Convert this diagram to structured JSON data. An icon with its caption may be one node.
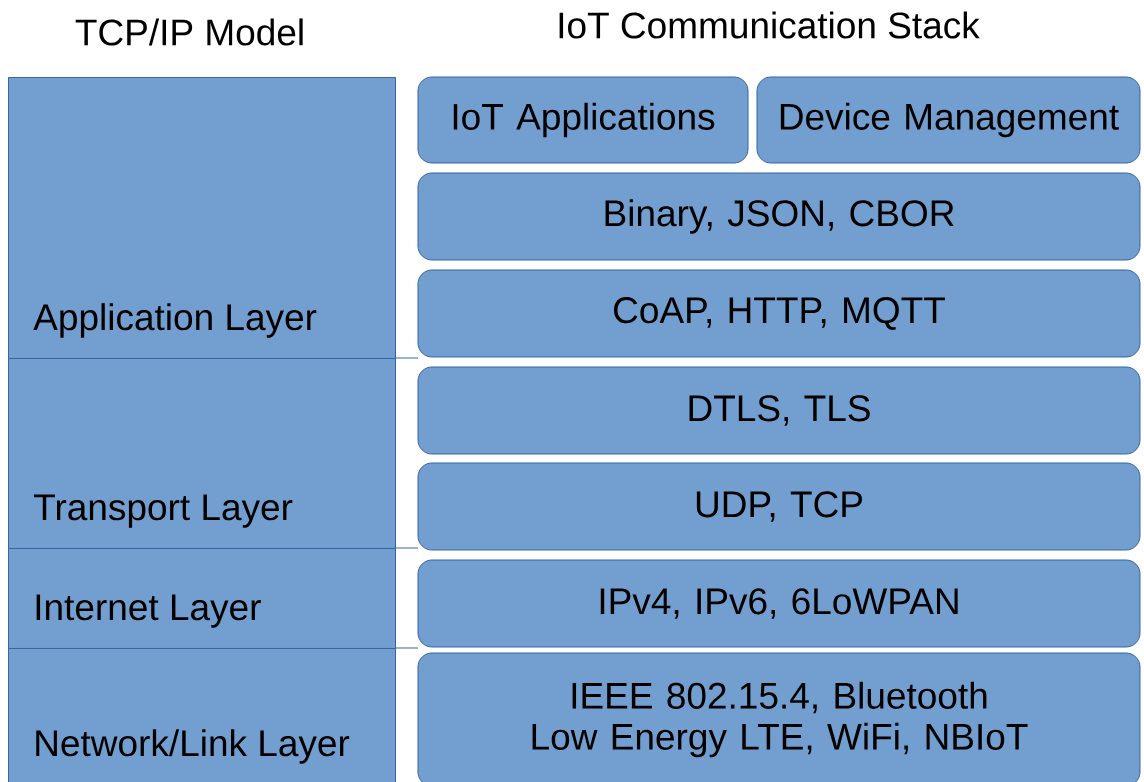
{
  "diagram": {
    "nodes": [
      {
        "text": [
          "Application Layer"
        ]
      },
      {
        "text": [
          "Transport Layer"
        ]
      },
      {
        "text": [
          "Internet Layer"
        ]
      },
      {
        "text": [
          "Network/Link Layer"
        ]
      },
      {
        "text": [
          "IoT Applications"
        ]
      },
      {
        "text": [
          "Device Management"
        ]
      },
      {
        "text": [
          "Binary, JSON, CBOR"
        ]
      },
      {
        "text": [
          "CoAP, HTTP, MQTT"
        ]
      },
      {
        "text": [
          "DTLS, TLS"
        ]
      },
      {
        "text": [
          "UDP, TCP"
        ]
      },
      {
        "text": [
          "IPv4, IPv6, 6LoWPAN"
        ]
      },
      {
        "text": [
          "IEEE 802.15.4, Bluetooth Low Energy LTE, WiFi, NBIoT"
        ]
      }
    ],
    "labels": [
      "TCP/IP Model",
      "IoT Communication Stack"
    ]
  }
}
